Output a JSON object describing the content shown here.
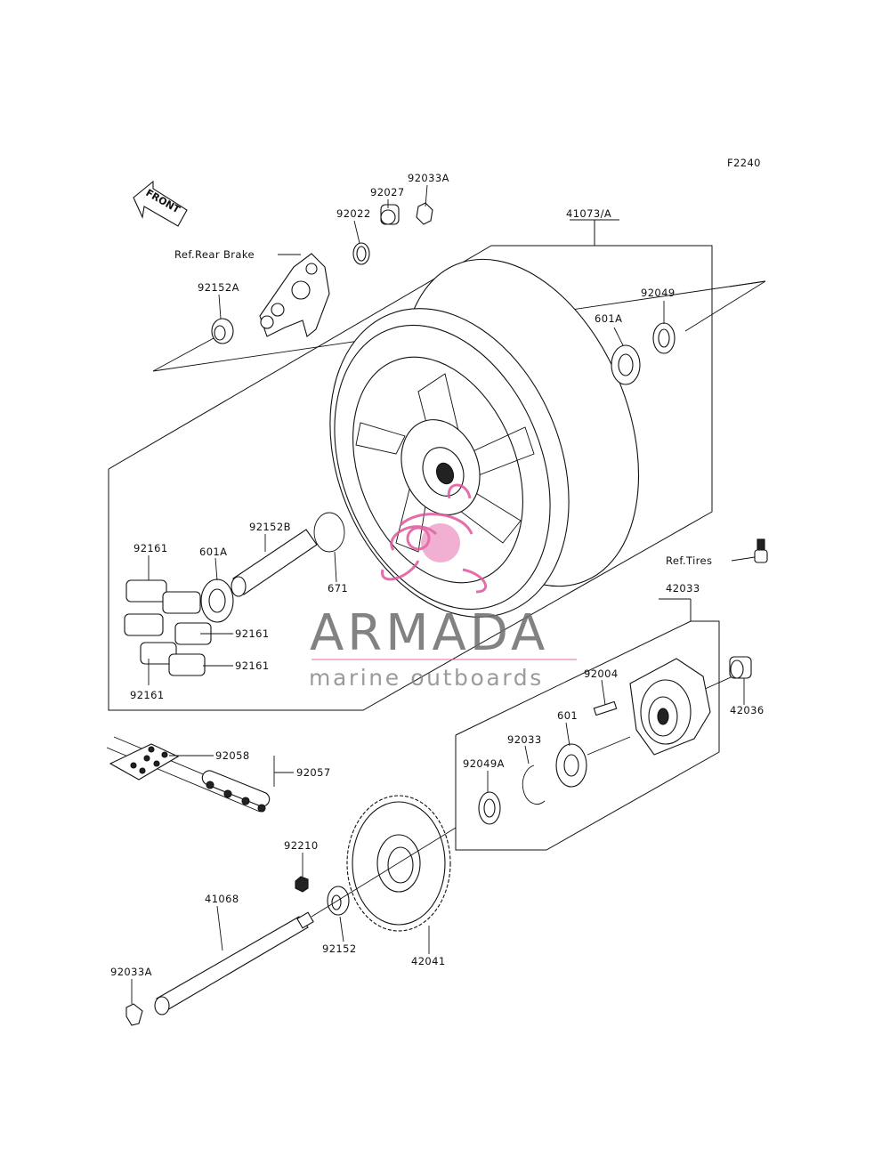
{
  "figure_code": "F2240",
  "front_arrow_text": "FRONT",
  "labels": {
    "p92033A_top": "92033A",
    "p92027": "92027",
    "p92022": "92022",
    "ref_rear_brake": "Ref.Rear Brake",
    "p41073A": "41073/A",
    "p92152A": "92152A",
    "p92049": "92049",
    "p601A_right": "601A",
    "p92152B": "92152B",
    "p92161_a": "92161",
    "p601A_left": "601A",
    "p671": "671",
    "ref_tires": "Ref.Tires",
    "p42033": "42033",
    "p92161_b": "92161",
    "p92161_c": "92161",
    "p92161_d": "92161",
    "p92004": "92004",
    "p42036": "42036",
    "p92033": "92033",
    "p601": "601",
    "p92058": "92058",
    "p92057": "92057",
    "p92049A": "92049A",
    "p92210": "92210",
    "p41068": "41068",
    "p92152": "92152",
    "p42041": "42041",
    "p92033A_bottom": "92033A"
  },
  "watermark": {
    "brand": "ARMADA",
    "tagline": "marine outboards",
    "colors": {
      "logo": "#e0559c",
      "text": "#6d6d6d"
    }
  }
}
